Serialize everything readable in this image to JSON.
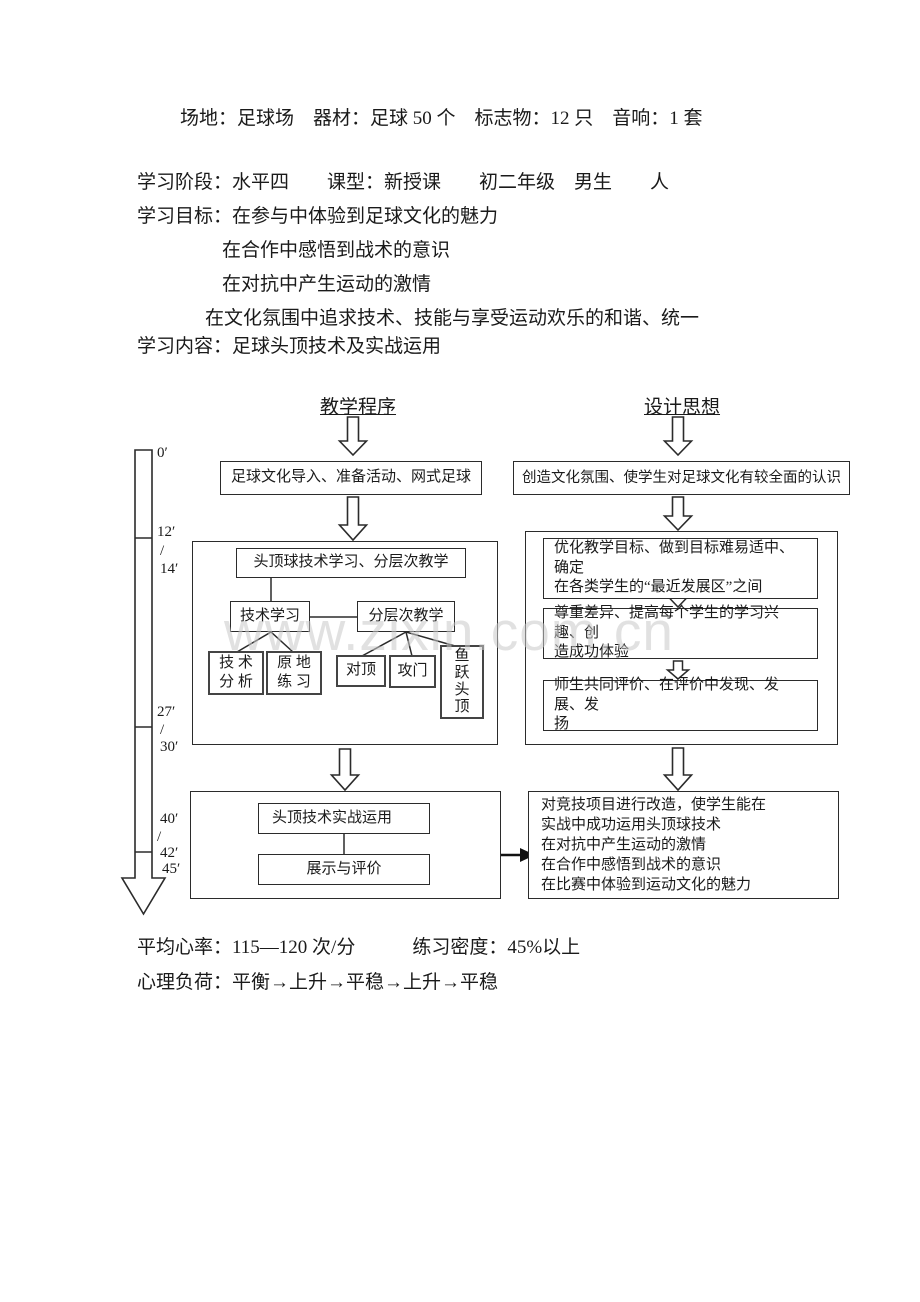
{
  "texts": {
    "venue": "场地：足球场　器材：足球 50 个　标志物：12 只　音响：1 套",
    "stage": "学习阶段：水平四　　课型：新授课　　初二年级　男生　　人",
    "goal1": "学习目标：在参与中体验到足球文化的魅力",
    "goal2": "在合作中感悟到战术的意识",
    "goal3": "在对抗中产生运动的激情",
    "goal4": "在文化氛围中追求技术、技能与享受运动欢乐的和谐、统一",
    "content": "学习内容：足球头顶技术及实战运用",
    "heart_rate": "平均心率：115—120 次/分　　　练习密度：45%以上",
    "mental_load": "心理负荷：平衡→上升→平稳→上升→平稳"
  },
  "flowchart": {
    "left_title": "教学程序",
    "right_title": "设计思想",
    "timeline": {
      "t0": "0′",
      "t12": "12′",
      "s1": "/",
      "t14": "14′",
      "t27": "27′",
      "s2": "/",
      "t30": "30′",
      "t40": "40′",
      "s3": "/",
      "t42": "42′",
      "t45": "45′"
    },
    "left": {
      "intro": "足球文化导入、准备活动、网式足球",
      "stage2_title": "头顶球技术学习、分层次教学",
      "tech_learning": "技术学习",
      "layered_teaching": "分层次教学",
      "tech_analysis": "技 术\n分 析",
      "in_place_practice": "原 地\n练 习",
      "heading_duel": "对顶",
      "goal_attack": "攻门",
      "diving_header": "鱼\n跃\n头\n顶",
      "practical_use": "头顶技术实战运用",
      "show_evaluate": "展示与评价"
    },
    "right": {
      "intro": "创造文化氛围、使学生对足球文化有较全面的认识",
      "optimize": "优化教学目标、做到目标难易适中、确定\n在各类学生的“最近发展区”之间",
      "respect": "尊重差异、提高每个学生的学习兴趣、创\n造成功体验",
      "evaluate": "师生共同评价、在评价中发现、发展、发\n扬",
      "reform": "对竞技项目进行改造，使学生能在\n实战中成功运用头顶球技术\n在对抗中产生运动的激情\n在合作中感悟到战术的意识\n在比赛中体验到运动文化的魅力"
    }
  },
  "watermark": "www.zixin.com.cn",
  "colors": {
    "ink": "#1a1a1a",
    "border": "#2b2b2b",
    "watermark": "#c9c9c9"
  }
}
